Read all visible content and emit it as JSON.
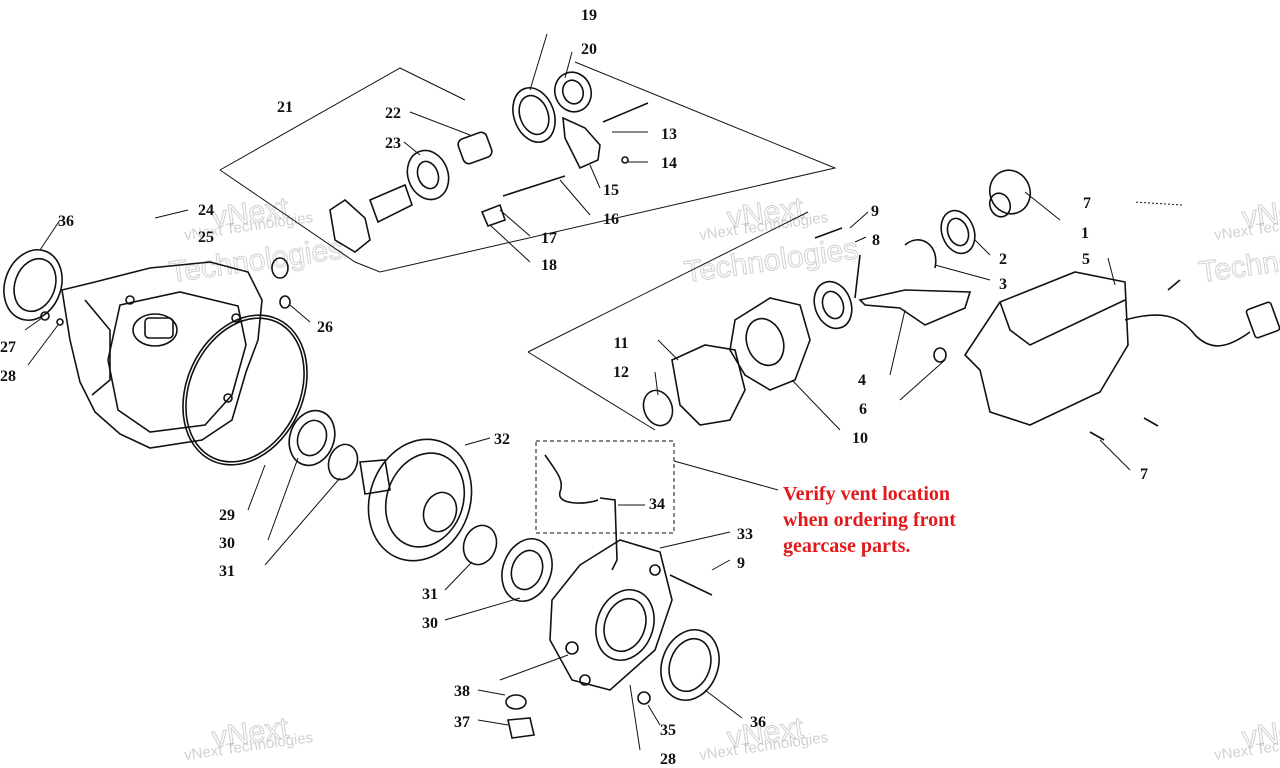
{
  "labels": [
    {
      "id": "p1",
      "text": "1"
    },
    {
      "id": "p2",
      "text": "2"
    },
    {
      "id": "p3",
      "text": "3"
    },
    {
      "id": "p4",
      "text": "4"
    },
    {
      "id": "p5",
      "text": "5"
    },
    {
      "id": "p6",
      "text": "6"
    },
    {
      "id": "p7a",
      "text": "7"
    },
    {
      "id": "p7b",
      "text": "7"
    },
    {
      "id": "p8",
      "text": "8"
    },
    {
      "id": "p9a",
      "text": "9"
    },
    {
      "id": "p9b",
      "text": "9"
    },
    {
      "id": "p10",
      "text": "10"
    },
    {
      "id": "p11",
      "text": "11"
    },
    {
      "id": "p12",
      "text": "12"
    },
    {
      "id": "p13",
      "text": "13"
    },
    {
      "id": "p14",
      "text": "14"
    },
    {
      "id": "p15",
      "text": "15"
    },
    {
      "id": "p16",
      "text": "16"
    },
    {
      "id": "p17",
      "text": "17"
    },
    {
      "id": "p18",
      "text": "18"
    },
    {
      "id": "p19",
      "text": "19"
    },
    {
      "id": "p20",
      "text": "20"
    },
    {
      "id": "p21",
      "text": "21"
    },
    {
      "id": "p22",
      "text": "22"
    },
    {
      "id": "p23",
      "text": "23"
    },
    {
      "id": "p24",
      "text": "24"
    },
    {
      "id": "p25",
      "text": "25"
    },
    {
      "id": "p26",
      "text": "26"
    },
    {
      "id": "p27",
      "text": "27"
    },
    {
      "id": "p28a",
      "text": "28"
    },
    {
      "id": "p28b",
      "text": "28"
    },
    {
      "id": "p29",
      "text": "29"
    },
    {
      "id": "p30a",
      "text": "30"
    },
    {
      "id": "p30b",
      "text": "30"
    },
    {
      "id": "p31a",
      "text": "31"
    },
    {
      "id": "p31b",
      "text": "31"
    },
    {
      "id": "p32",
      "text": "32"
    },
    {
      "id": "p33",
      "text": "33"
    },
    {
      "id": "p34",
      "text": "34"
    },
    {
      "id": "p35",
      "text": "35"
    },
    {
      "id": "p36a",
      "text": "36"
    },
    {
      "id": "p36b",
      "text": "36"
    },
    {
      "id": "p37",
      "text": "37"
    },
    {
      "id": "p38",
      "text": "38"
    }
  ],
  "note": {
    "lines": [
      "Verify vent location",
      "when ordering front",
      "gearcase parts."
    ],
    "color": "#e0191b"
  },
  "watermark": {
    "line1": "vNext Technologies",
    "line2": "vNext",
    "line3": "Technologies"
  }
}
